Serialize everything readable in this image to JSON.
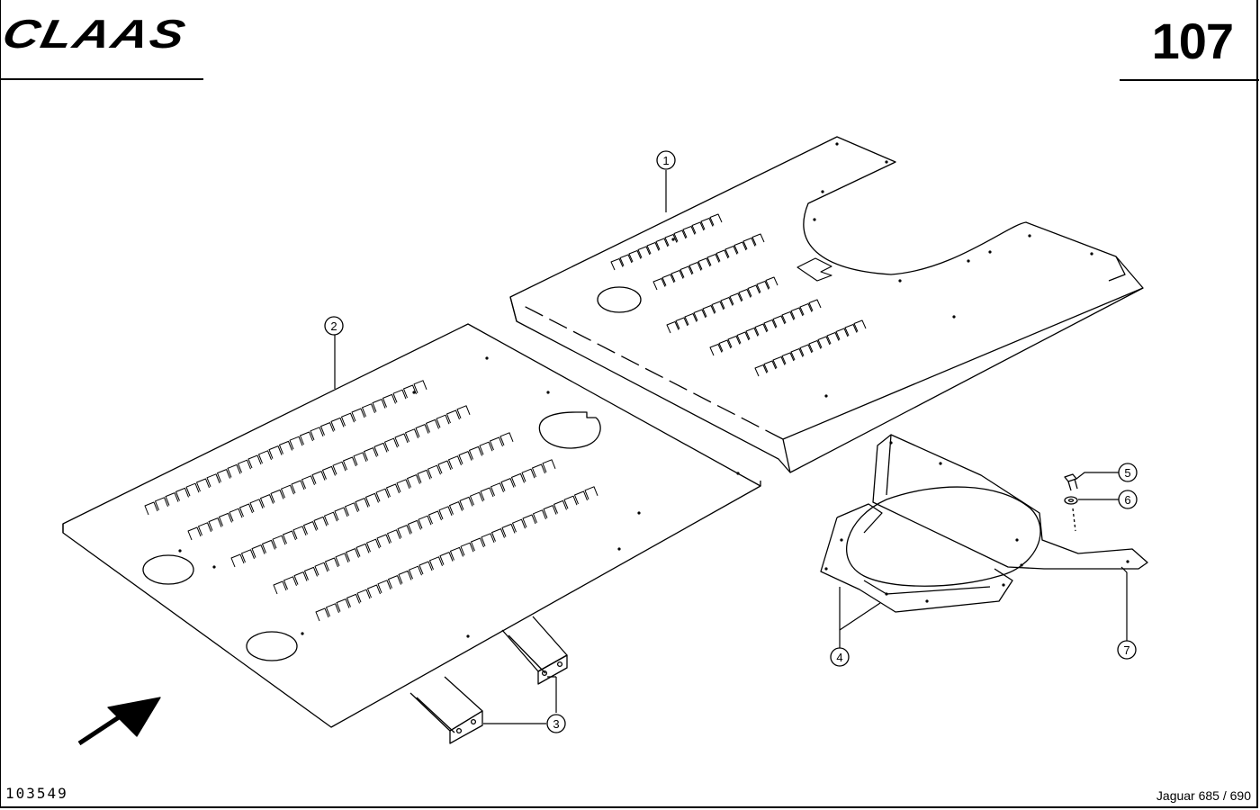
{
  "header": {
    "brand": "CLAAS",
    "page_number": "107"
  },
  "footer": {
    "document_number": "103549",
    "model": "Jaguar 685 / 690"
  },
  "callouts": [
    {
      "id": "1",
      "label": "1"
    },
    {
      "id": "2",
      "label": "2"
    },
    {
      "id": "3",
      "label": "3"
    },
    {
      "id": "4",
      "label": "4"
    },
    {
      "id": "5",
      "label": "5"
    },
    {
      "id": "6",
      "label": "6"
    },
    {
      "id": "7",
      "label": "7"
    }
  ],
  "colors": {
    "ink": "#000000",
    "paper": "#ffffff"
  }
}
